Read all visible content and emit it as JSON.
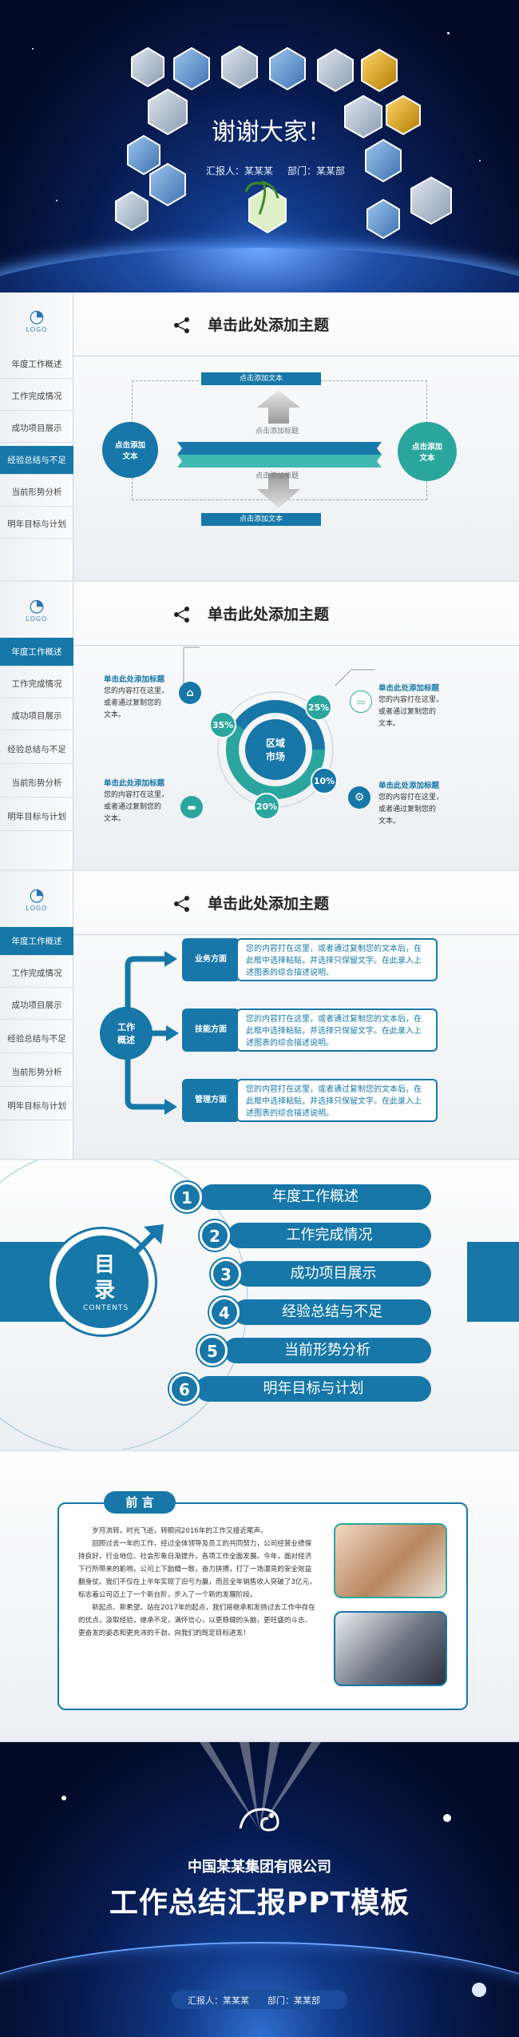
{
  "slide1": {
    "thanks": "谢谢大家！",
    "reporter_label": "汇报人：某某某",
    "dept_label": "部门：某某部"
  },
  "sidebar": {
    "logo": "LOGO",
    "items": [
      "年度工作概述",
      "工作完成情况",
      "成功项目展示",
      "经验总结与不足",
      "当前形势分析",
      "明年目标与计划"
    ]
  },
  "slide2": {
    "title": "单击此处添加主题",
    "top_bar": "点击添加文本",
    "bottom_bar": "点击添加文本",
    "left_circle": "点击添加\n文本",
    "right_circle": "点击添加\n文本",
    "upper_label": "点击添加标题",
    "lower_label": "点击添加标题"
  },
  "slide3": {
    "title": "单击此处添加主题",
    "center": "区域\n市场",
    "percents": [
      "35%",
      "25%",
      "10%",
      "20%"
    ],
    "heading": "单击此处添加标题",
    "body": "您的内容打在这里，\n或者通过复制您的\n文本。"
  },
  "slide4": {
    "title": "单击此处添加主题",
    "center": "工作\n概述",
    "rows": [
      {
        "label": "业务方面",
        "text": "您的内容打在这里，或者通过复制您的文本后，在此框中选择粘贴，并选择只保留文字。在此录入上述图表的综合描述说明。"
      },
      {
        "label": "技能方面",
        "text": "您的内容打在这里，或者通过复制您的文本后，在此框中选择粘贴，并选择只保留文字。在此录入上述图表的综合描述说明。"
      },
      {
        "label": "管理方面",
        "text": "您的内容打在这里，或者通过复制您的文本后，在此框中选择粘贴，并选择只保留文字。在此录入上述图表的综合描述说明。"
      }
    ]
  },
  "slide5": {
    "mu": "目",
    "lu": "录",
    "contents": "CONTENTS",
    "items": [
      {
        "n": "1",
        "label": "年度工作概述"
      },
      {
        "n": "2",
        "label": "工作完成情况"
      },
      {
        "n": "3",
        "label": "成功项目展示"
      },
      {
        "n": "4",
        "label": "经验总结与不足"
      },
      {
        "n": "5",
        "label": "当前形势分析"
      },
      {
        "n": "6",
        "label": "明年目标与计划"
      }
    ]
  },
  "slide6": {
    "title": "前 言",
    "p1": "岁月流转，时光飞逝，转眼间2016年的工作又接近尾声。",
    "p2": "回顾过去一年的工作，经过全体领导及员工的共同努力，公司经营业绩保持良好，行业地位、社会形象日渐提升，各项工作全面发展。今年，面对经济下行所带来的影响，公司上下励精一致，奋力拼搏，打了一场漂亮的安全效益翻身仗。我们不仅在上半年实现了旧亏为赢，而且全年销售收入突破了3亿元，标志着公司迈上了一个新台阶，步入了一个新的发展阶段。",
    "p3": "新起点、新希望。站在2017年的起点，我们将继承和发扬过去工作中存在的优点，汲取经验，继承不足，满怀信心，以更稳健的头脑，更旺盛的斗志、更奋发的姿态和更充沛的干劲，向我们的既定目标进发！"
  },
  "slide7": {
    "company": "中国某某集团有限公司",
    "main_title": "工作总结汇报PPT模板",
    "reporter_label": "汇报人：某某某",
    "dept_label": "部门：某某部"
  }
}
